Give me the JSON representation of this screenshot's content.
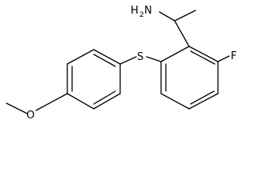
{
  "molecule": {
    "atom_labels": {
      "amine": "H",
      "amine_sub": "2",
      "amine_n": "N",
      "fluorine": "F",
      "sulfur": "S",
      "oxygen": "O"
    }
  }
}
